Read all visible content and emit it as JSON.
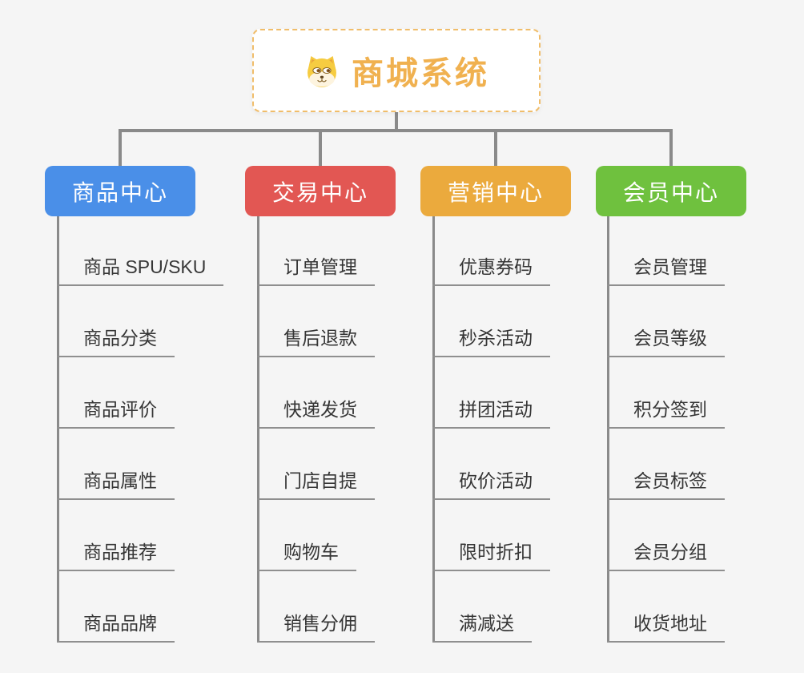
{
  "page": {
    "background_color": "#f5f5f5",
    "connector_color": "#8a8a8a",
    "underline_color": "#8f8f8f",
    "leaf_text_color": "#363636"
  },
  "root": {
    "label": "商城系统",
    "icon": "shiba-dog",
    "text_color": "#f0b150",
    "border_color": "#f0bd6a",
    "background_color": "#ffffff"
  },
  "branches": [
    {
      "label": "商品中心",
      "color": "#4a8fe8",
      "children": [
        "商品 SPU/SKU",
        "商品分类",
        "商品评价",
        "商品属性",
        "商品推荐",
        "商品品牌"
      ]
    },
    {
      "label": "交易中心",
      "color": "#e25753",
      "children": [
        "订单管理",
        "售后退款",
        "快递发货",
        "门店自提",
        "购物车",
        "销售分佣"
      ]
    },
    {
      "label": "营销中心",
      "color": "#ebaa3d",
      "children": [
        "优惠券码",
        "秒杀活动",
        "拼团活动",
        "砍价活动",
        "限时折扣",
        "满减送"
      ]
    },
    {
      "label": "会员中心",
      "color": "#6fc13e",
      "children": [
        "会员管理",
        "会员等级",
        "积分签到",
        "会员标签",
        "会员分组",
        "收货地址"
      ]
    }
  ]
}
